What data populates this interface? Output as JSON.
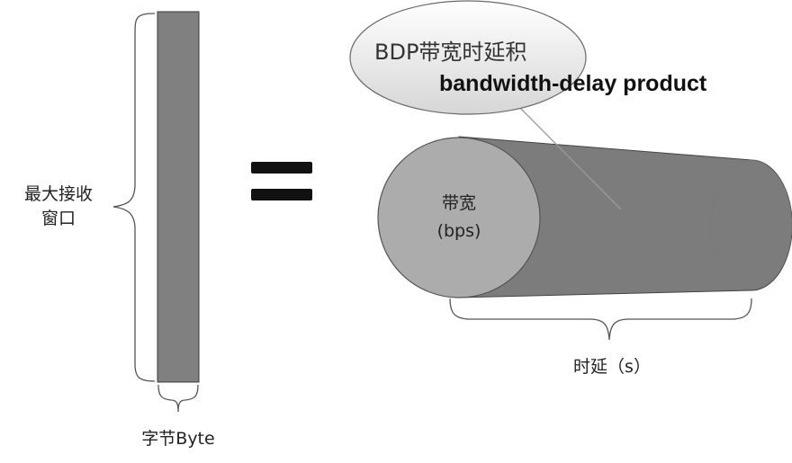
{
  "labels": {
    "window_label": "最大接收\n窗口",
    "byte_label": "字节Byte",
    "bdp_cn": "BDP带宽时延积",
    "bdp_en": "bandwidth-delay product",
    "bandwidth": "带宽",
    "bandwidth_unit": "(bps)",
    "delay": "时延（s）"
  }
}
